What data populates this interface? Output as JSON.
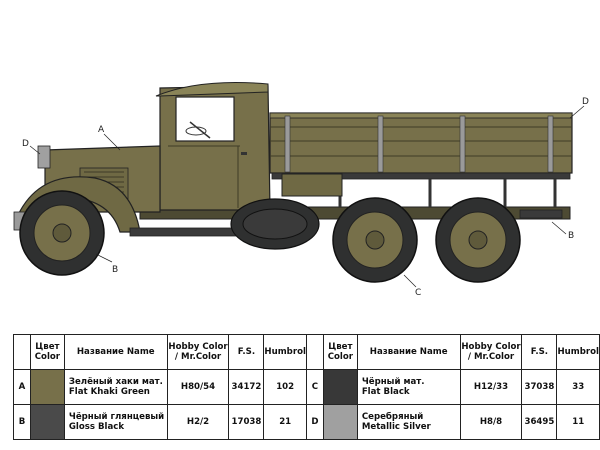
{
  "callouts": {
    "a": "A",
    "b_wheel": "B",
    "b_rear": "B",
    "c": "C",
    "d_front": "D",
    "d_rear": "D"
  },
  "colors": {
    "khaki": "#77704a",
    "khaki_dark": "#5f5a3b",
    "khaki_light": "#8a8458",
    "black": "#3a3a3a",
    "tire": "#2f3030",
    "silver": "#9a9a9a"
  },
  "legend": {
    "headers": {
      "color": "Цвет Color",
      "name": "Название Name",
      "hobby": "Hobby Color / Mr.Color",
      "fs": "F.S.",
      "humbrol": "Humbrol"
    },
    "rows": [
      [
        {
          "letter": "A",
          "swatch": "#77704a",
          "name_ru": "Зелёный хаки мат.",
          "name_en": "Flat Khaki Green",
          "hobby": "H80/54",
          "fs": "34172",
          "humbrol": "102"
        },
        {
          "letter": "C",
          "swatch": "#383838",
          "name_ru": "Чёрный мат.",
          "name_en": "Flat Black",
          "hobby": "H12/33",
          "fs": "37038",
          "humbrol": "33"
        }
      ],
      [
        {
          "letter": "B",
          "swatch": "#4a4a4a",
          "name_ru": "Чёрный глянцевый",
          "name_en": "Gloss Black",
          "hobby": "H2/2",
          "fs": "17038",
          "humbrol": "21"
        },
        {
          "letter": "D",
          "swatch": "#a0a0a0",
          "name_ru": "Серебряный",
          "name_en": "Metallic Silver",
          "hobby": "H8/8",
          "fs": "36495",
          "humbrol": "11"
        }
      ]
    ]
  }
}
